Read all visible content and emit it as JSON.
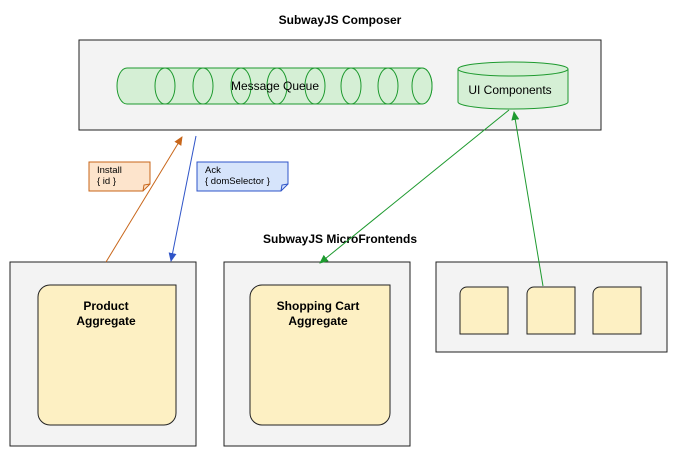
{
  "composer": {
    "title": "SubwayJS Composer"
  },
  "microfrontends": {
    "title": "SubwayJS MicroFrontends"
  },
  "message_queue": {
    "label": "Message Queue"
  },
  "ui_components": {
    "label": "UI Components"
  },
  "notes": {
    "install": {
      "line1": "Install",
      "line2": "{ id }"
    },
    "ack": {
      "line1": "Ack",
      "line2": "{ domSelector }"
    }
  },
  "aggregates": {
    "product": {
      "line1": "Product",
      "line2": "Aggregate"
    },
    "shopping_cart": {
      "line1": "Shopping Cart",
      "line2": "Aggregate"
    }
  },
  "colors": {
    "container_fill": "#f3f3f3",
    "container_stroke": "#222222",
    "queue_fill": "#d5efd5",
    "queue_stroke": "#1e9a2f",
    "aggregate_fill": "#fdf0c3",
    "install_note_fill": "#fde4cc",
    "install_arrow": "#c8661a",
    "ack_note_fill": "#d6e4fb",
    "ack_arrow": "#2f54c8",
    "green_arrow": "#1e9a2f"
  }
}
